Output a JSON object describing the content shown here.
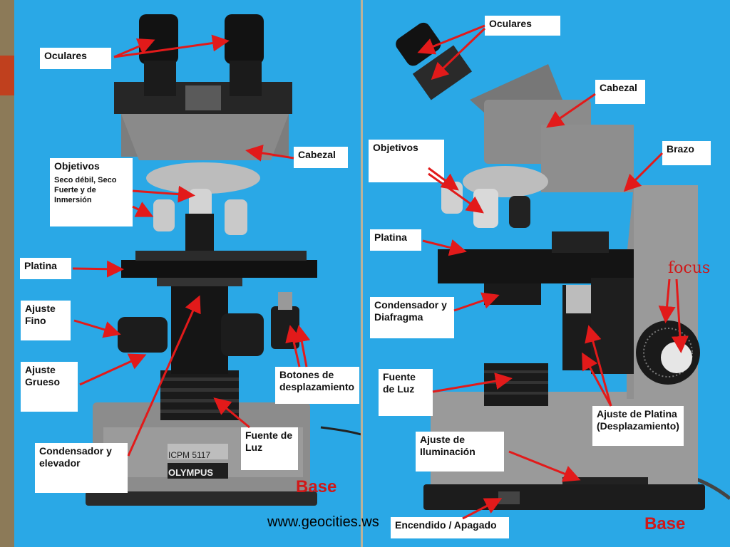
{
  "colors": {
    "background_blue": "#2aa8e6",
    "arrow_red": "#e21a1a",
    "label_bg": "#ffffff",
    "microscope_gray": "#8c8c8c",
    "microscope_black": "#151515"
  },
  "left_panel": {
    "brand_logo": "OLYMPUS",
    "model_plate": "ICPM 5117",
    "labels": {
      "oculares": "Oculares",
      "cabezal": "Cabezal",
      "objetivos": "Objetivos",
      "objetivos_detail": "Seco débil, Seco Fuerte y de Inmersión",
      "platina": "Platina",
      "ajuste_fino": "Ajuste Fino",
      "ajuste_grueso": "Ajuste Grueso",
      "botones": "Botones de desplazamiento",
      "condensador": "Condensador y elevador",
      "fuente_luz": "Fuente de Luz",
      "base": "Base"
    }
  },
  "right_panel": {
    "labels": {
      "oculares": "Oculares",
      "cabezal": "Cabezal",
      "objetivos": "Objetivos",
      "brazo": "Brazo",
      "platina": "Platina",
      "condensador": "Condensador y Diafragma",
      "fuente_luz": "Fuente de Luz",
      "focus": "focus",
      "ajuste_platina": "Ajuste de Platina (Desplazamiento)",
      "ajuste_iluminacion": "Ajuste de Iluminación",
      "encendido": "Encendido / Apagado",
      "base": "Base"
    }
  },
  "source": "www.geocities.ws"
}
